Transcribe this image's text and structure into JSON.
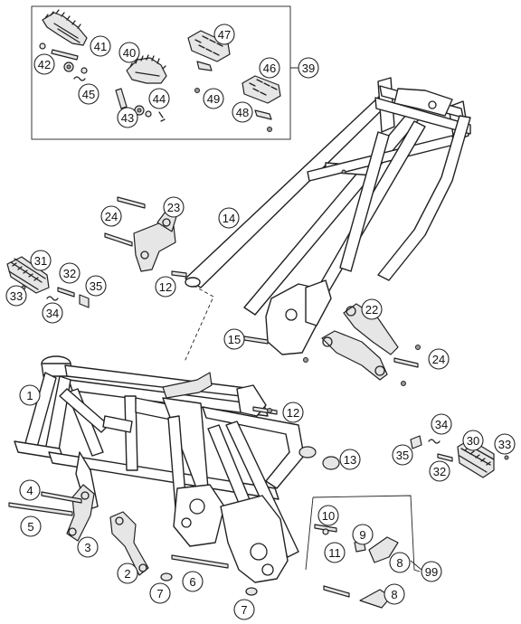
{
  "callouts": [
    {
      "label": "41",
      "part": "footrest"
    },
    {
      "label": "42",
      "part": "footrest-pin"
    },
    {
      "label": "45",
      "part": "spring"
    },
    {
      "label": "40",
      "part": "footrest"
    },
    {
      "label": "44",
      "part": "washer"
    },
    {
      "label": "43",
      "part": "cotter-pin"
    },
    {
      "label": "47",
      "part": "footrest"
    },
    {
      "label": "49",
      "part": "nut"
    },
    {
      "label": "46",
      "part": "footrest"
    },
    {
      "label": "48",
      "part": "bracket"
    },
    {
      "label": "39",
      "part": "footrest-kit"
    },
    {
      "label": "23",
      "part": "bracket"
    },
    {
      "label": "24",
      "part": "screw"
    },
    {
      "label": "14",
      "part": "subframe"
    },
    {
      "label": "12",
      "part": "screw"
    },
    {
      "label": "31",
      "part": "passenger-footrest"
    },
    {
      "label": "32",
      "part": "pin"
    },
    {
      "label": "35",
      "part": "washer"
    },
    {
      "label": "33",
      "part": "cotter-pin"
    },
    {
      "label": "34",
      "part": "spring"
    },
    {
      "label": "22",
      "part": "footrest-bracket"
    },
    {
      "label": "15",
      "part": "screw"
    },
    {
      "label": "24",
      "part": "screw"
    },
    {
      "label": "1",
      "part": "frame"
    },
    {
      "label": "12",
      "part": "screw"
    },
    {
      "label": "13",
      "part": "cap"
    },
    {
      "label": "34",
      "part": "spring"
    },
    {
      "label": "30",
      "part": "passenger-footrest"
    },
    {
      "label": "33",
      "part": "cotter-pin"
    },
    {
      "label": "35",
      "part": "washer"
    },
    {
      "label": "32",
      "part": "pin"
    },
    {
      "label": "4",
      "part": "screw"
    },
    {
      "label": "5",
      "part": "screw"
    },
    {
      "label": "3",
      "part": "bracket"
    },
    {
      "label": "2",
      "part": "bracket"
    },
    {
      "label": "7",
      "part": "bushing"
    },
    {
      "label": "6",
      "part": "screw"
    },
    {
      "label": "7",
      "part": "bushing"
    },
    {
      "label": "10",
      "part": "screw"
    },
    {
      "label": "9",
      "part": "spacer"
    },
    {
      "label": "11",
      "part": "nut"
    },
    {
      "label": "8",
      "part": "bracket"
    },
    {
      "label": "99",
      "part": "kit"
    },
    {
      "label": "8",
      "part": "bracket"
    }
  ]
}
